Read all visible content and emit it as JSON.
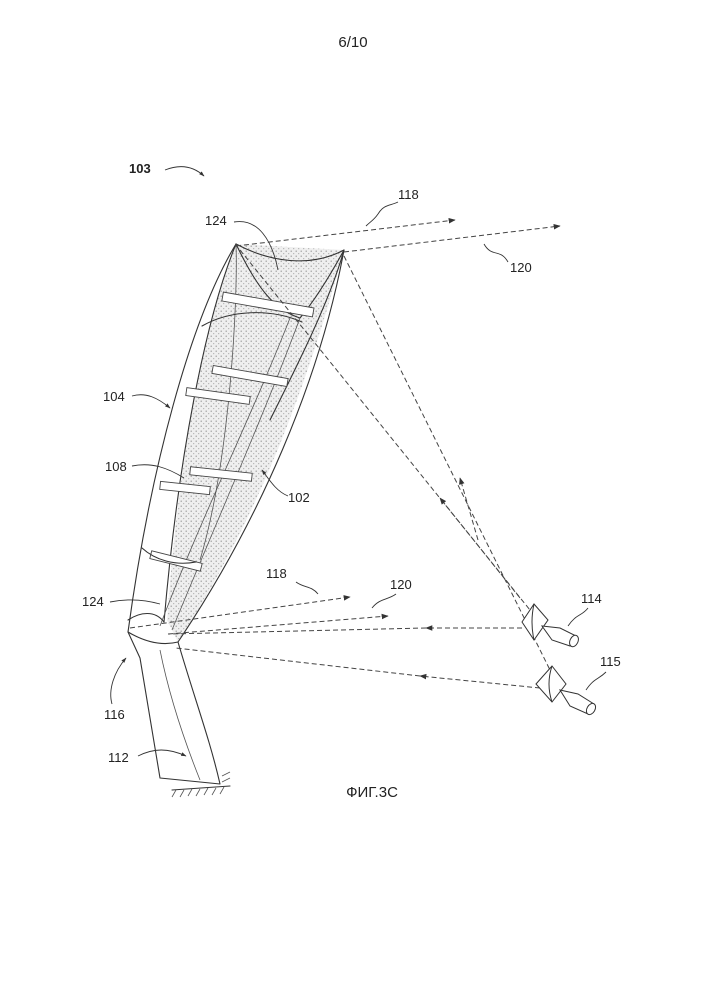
{
  "page": {
    "number": "6/10",
    "caption": "ФИГ.3С"
  },
  "labels": {
    "assembly": "103",
    "reflector_panel": "102",
    "frame_side": "104",
    "rib": "108",
    "support": "112",
    "source_a": "114",
    "source_b": "115",
    "pivot": "116",
    "beam_a": "118",
    "beam_b": "120",
    "edge": "124"
  },
  "colors": {
    "stroke": "#333333",
    "fill_stipple": "#d8d8d8",
    "background": "#ffffff"
  }
}
